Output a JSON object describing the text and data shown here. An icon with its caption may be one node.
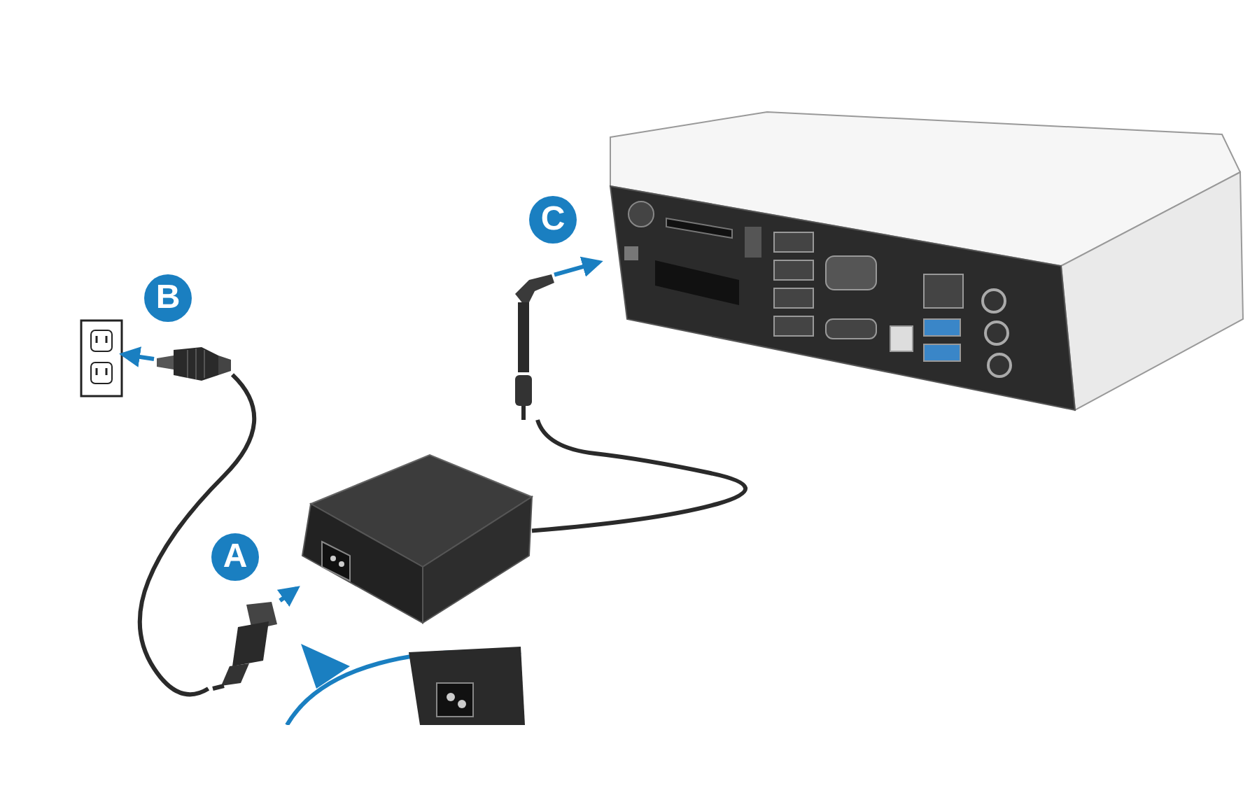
{
  "diagram": {
    "nodes": [
      {
        "text": [
          "C"
        ]
      },
      {
        "text": [
          "B"
        ]
      },
      {
        "text": [],
        "shape": "picture"
      },
      {
        "text": [],
        "shape": "picture"
      },
      {
        "text": [],
        "shape": "picture"
      },
      {
        "text": [],
        "shape": "picture"
      },
      {
        "text": [
          "A"
        ]
      },
      {
        "text": [],
        "shape": "picture"
      },
      {
        "text": [],
        "shape": "picture"
      }
    ],
    "edges": [
      {
        "from": 3,
        "to": 2,
        "arrow": "to"
      },
      {
        "from": 5,
        "to": 4,
        "arrow": "to"
      },
      {
        "from": 8,
        "to": 7,
        "arrow": "to"
      },
      {
        "from": 3,
        "to": 8,
        "arrow": "none",
        "color": "#2a2a2a"
      },
      {
        "from": 7,
        "to": 5,
        "arrow": "none",
        "color": "#2a2a2a"
      }
    ]
  }
}
